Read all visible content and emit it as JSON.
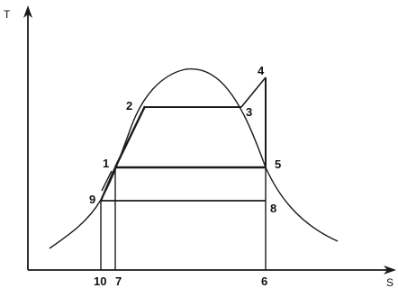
{
  "axes": {
    "y_label": "T",
    "x_label": "S"
  },
  "state_points": [
    {
      "id": "1",
      "label": "1"
    },
    {
      "id": "2",
      "label": "2"
    },
    {
      "id": "3",
      "label": "3"
    },
    {
      "id": "4",
      "label": "4"
    },
    {
      "id": "5",
      "label": "5"
    },
    {
      "id": "8",
      "label": "8"
    },
    {
      "id": "9",
      "label": "9"
    }
  ],
  "x_ticks": [
    "10",
    "7",
    "6"
  ],
  "colors": {
    "ink": "#1a1a1a",
    "background": "#ffffff"
  }
}
